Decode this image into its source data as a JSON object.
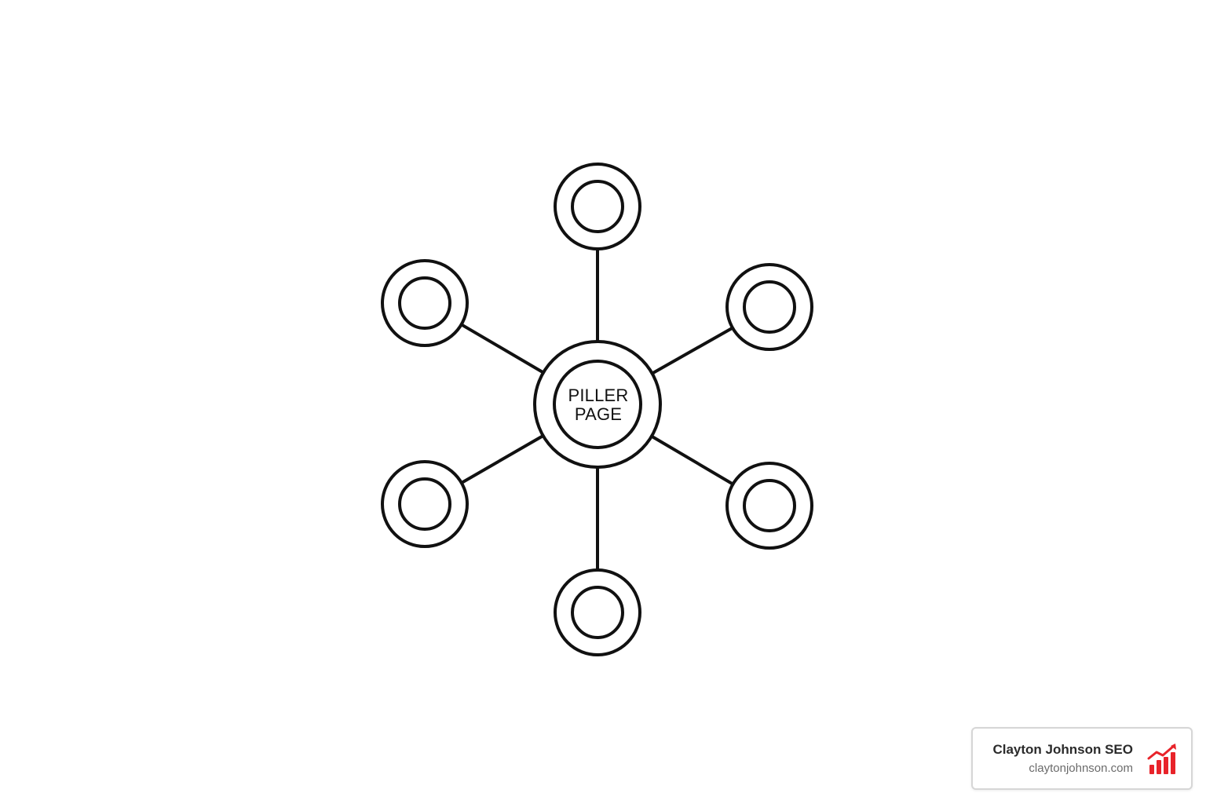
{
  "diagram": {
    "center": {
      "label_lines": [
        "PILLER",
        "PAGE"
      ]
    },
    "satellites": [
      {
        "position": "top"
      },
      {
        "position": "upper-left"
      },
      {
        "position": "upper-right"
      },
      {
        "position": "lower-left"
      },
      {
        "position": "lower-right"
      },
      {
        "position": "bottom"
      }
    ],
    "stroke_color": "#111111"
  },
  "badge": {
    "title": "Clayton Johnson SEO",
    "url": "claytonjohnson.com",
    "icon": "bar-chart-trend-up-icon",
    "icon_color": "#e8232a"
  }
}
